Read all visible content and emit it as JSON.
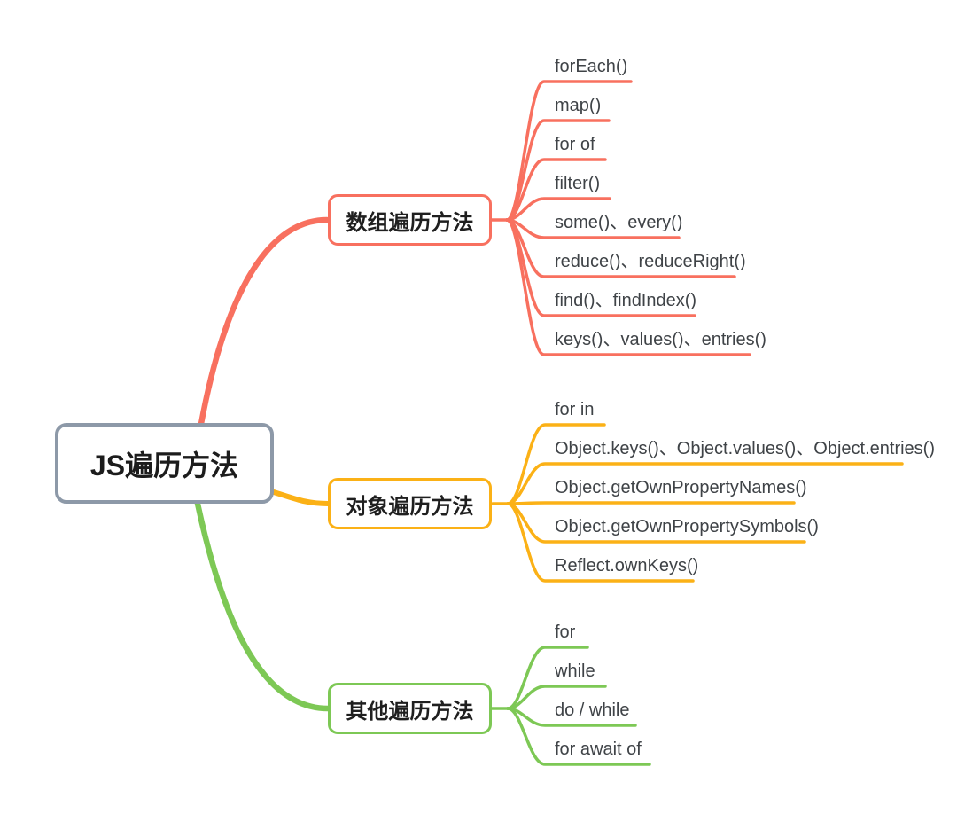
{
  "diagram": {
    "type": "mindmap",
    "background": "#ffffff",
    "root_border_color": "#8D99A8",
    "text_color": "#3F4347"
  },
  "root": {
    "label": "JS遍历方法"
  },
  "branches": [
    {
      "label": "数组遍历方法",
      "color": "#F8705F",
      "children": [
        {
          "label": "forEach()"
        },
        {
          "label": "map()"
        },
        {
          "label": "for of"
        },
        {
          "label": "filter()"
        },
        {
          "label": "some()、every()"
        },
        {
          "label": "reduce()、reduceRight()"
        },
        {
          "label": "find()、findIndex()"
        },
        {
          "label": "keys()、values()、entries()"
        }
      ]
    },
    {
      "label": "对象遍历方法",
      "color": "#FBB116",
      "children": [
        {
          "label": "for in"
        },
        {
          "label": "Object.keys()、Object.values()、Object.entries()"
        },
        {
          "label": "Object.getOwnPropertyNames()"
        },
        {
          "label": "Object.getOwnPropertySymbols()"
        },
        {
          "label": "Reflect.ownKeys()"
        }
      ]
    },
    {
      "label": "其他遍历方法",
      "color": "#7DC855",
      "children": [
        {
          "label": "for"
        },
        {
          "label": "while"
        },
        {
          "label": "do / while"
        },
        {
          "label": "for await of"
        }
      ]
    }
  ]
}
